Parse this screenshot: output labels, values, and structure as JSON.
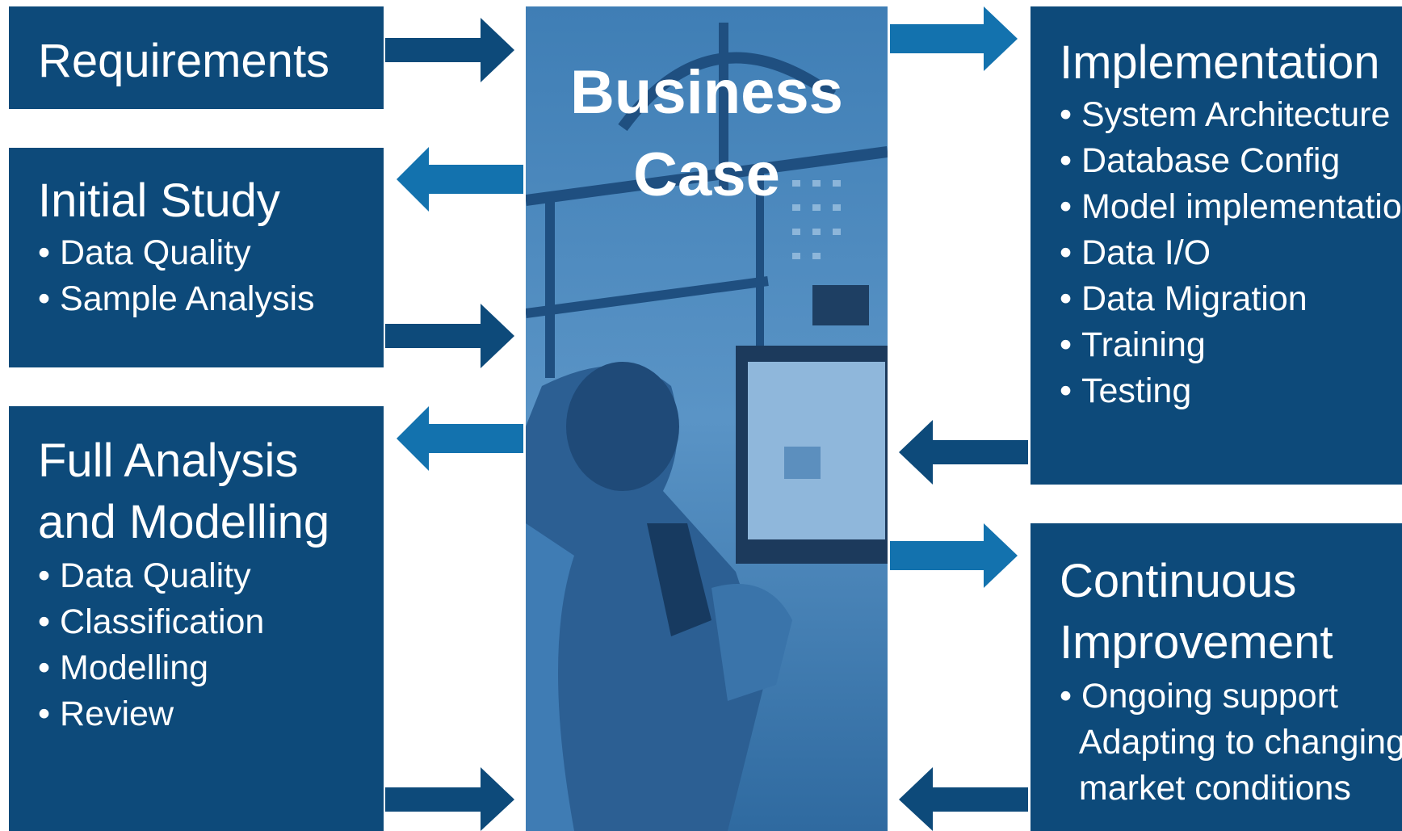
{
  "center": {
    "title_line1": "Business",
    "title_line2": "Case"
  },
  "requirements": {
    "title": "Requirements"
  },
  "initial_study": {
    "title": "Initial Study",
    "items": [
      "Data Quality",
      "Sample Analysis"
    ]
  },
  "full_analysis": {
    "title_line1": "Full Analysis",
    "title_line2": "and Modelling",
    "items": [
      "Data Quality",
      "Classification",
      "Modelling",
      "Review"
    ]
  },
  "implementation": {
    "title": "Implementation",
    "items": [
      "System Architecture",
      "Database Config",
      "Model implementation",
      "Data I/O",
      "Data Migration",
      "Training",
      "Testing"
    ]
  },
  "continuous_improvement": {
    "title_line1": "Continuous",
    "title_line2": "Improvement",
    "items": [
      "Ongoing support",
      "Adapting to changing",
      "market conditions"
    ]
  },
  "colors": {
    "box": "#0d4a7a",
    "arrow_dark": "#0d4a7a",
    "arrow_light": "#1372ae",
    "photo": "#4a87bb"
  }
}
